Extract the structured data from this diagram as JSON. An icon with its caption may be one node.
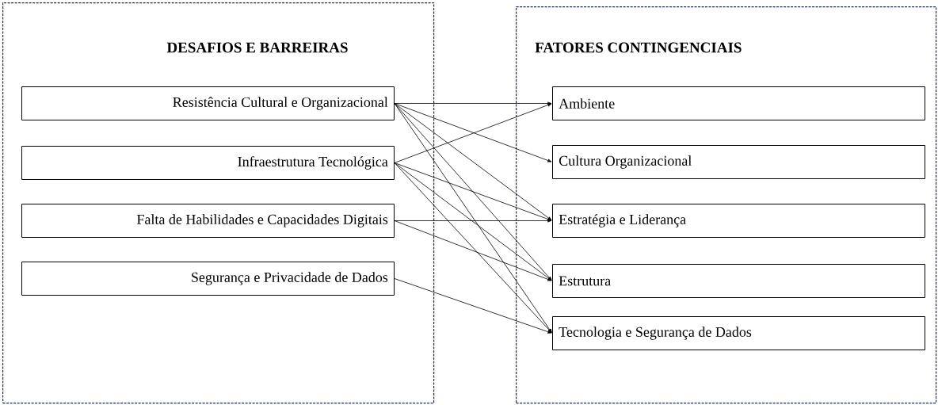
{
  "diagram": {
    "nodes": [
      {
        "text": [
          "DESAFIOS E BARREIRAS"
        ]
      },
      {
        "text": [
          "FATORES CONTINGENCIAIS"
        ]
      },
      {
        "text": [
          "Resistência Cultural e Organizacional"
        ],
        "in": 0
      },
      {
        "text": [
          "Infraestrutura Tecnológica"
        ],
        "in": 0
      },
      {
        "text": [
          "Falta de Habilidades e Capacidades Digitais"
        ],
        "in": 0
      },
      {
        "text": [
          "Segurança e Privacidade de Dados"
        ],
        "in": 0
      },
      {
        "text": [
          "Ambiente"
        ],
        "in": 1
      },
      {
        "text": [
          "Cultura Organizacional"
        ],
        "in": 1
      },
      {
        "text": [
          "Estratégia e Liderança"
        ],
        "in": 1
      },
      {
        "text": [
          "Estrutura"
        ],
        "in": 1
      },
      {
        "text": [
          "Tecnologia e Segurança de Dados"
        ],
        "in": 1
      }
    ],
    "edges": [
      {
        "from": 2,
        "to": 6,
        "arrow": "to"
      },
      {
        "from": 2,
        "to": 7,
        "arrow": "to"
      },
      {
        "from": 2,
        "to": 8,
        "arrow": "to"
      },
      {
        "from": 2,
        "to": 9,
        "arrow": "to"
      },
      {
        "from": 2,
        "to": 10,
        "arrow": "to"
      },
      {
        "from": 3,
        "to": 6,
        "arrow": "to"
      },
      {
        "from": 3,
        "to": 8,
        "arrow": "to"
      },
      {
        "from": 3,
        "to": 9,
        "arrow": "to"
      },
      {
        "from": 3,
        "to": 10,
        "arrow": "to"
      },
      {
        "from": 4,
        "to": 8,
        "arrow": "to"
      },
      {
        "from": 4,
        "to": 9,
        "arrow": "to"
      },
      {
        "from": 5,
        "to": 10,
        "arrow": "to"
      }
    ]
  }
}
